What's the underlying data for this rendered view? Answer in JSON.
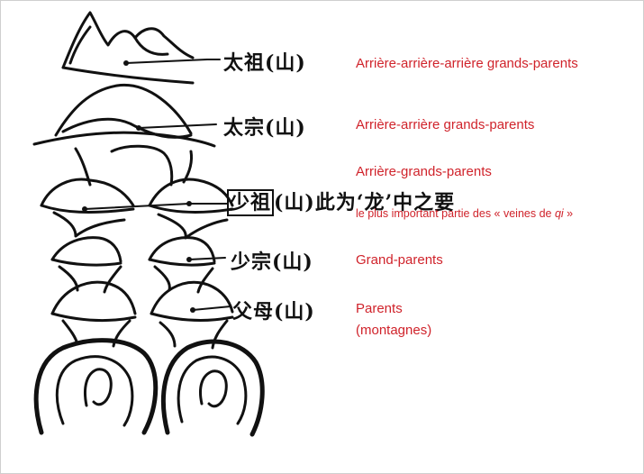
{
  "labels_zh": {
    "l1": "太祖(山)",
    "l2": "太宗(山)",
    "l3_boxed": "少祖",
    "l3_rest": "(山)此为‘龙’中之要",
    "l4": "少宗(山)",
    "l5": "父母(山)"
  },
  "labels_fr": {
    "l1": "Arrière-arrière-arrière grands-parents",
    "l2": "Arrière-arrière grands-parents",
    "l3": "Arrière-grands-parents",
    "l3_note_a": "le plus important partie des « veines de ",
    "l3_note_qi": "qi",
    "l3_note_b": " »",
    "l4": "Grand-parents",
    "l5a": "Parents",
    "l5b": "(montagnes)"
  },
  "colors": {
    "ink": "#111111",
    "annotation": "#d0232b"
  }
}
